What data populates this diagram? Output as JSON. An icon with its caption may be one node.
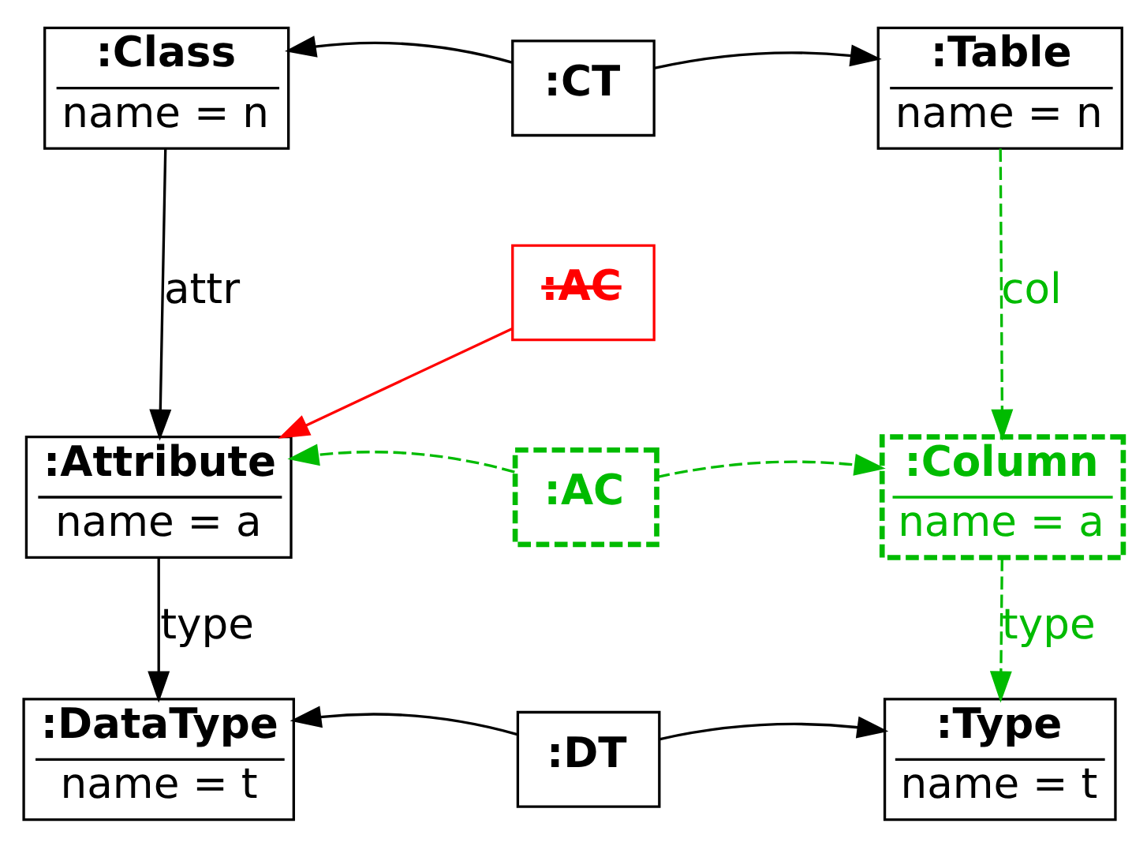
{
  "diagram": {
    "nodes": [
      {
        "text": [
          ":Class",
          "name = n"
        ]
      },
      {
        "text": [
          ":CT"
        ]
      },
      {
        "text": [
          ":Table",
          "name = n"
        ]
      },
      {
        "text": [
          ":AC"
        ]
      },
      {
        "text": [
          ":Attribute",
          "name = a"
        ]
      },
      {
        "text": [
          ":AC"
        ]
      },
      {
        "text": [
          ":Column",
          "name = a"
        ]
      },
      {
        "text": [
          ":DataType",
          "name = t"
        ]
      },
      {
        "text": [
          ":DT"
        ]
      },
      {
        "text": [
          ":Type",
          "name = t"
        ]
      }
    ],
    "edges": [
      {
        "from": 1,
        "to": 0,
        "arrow": "to"
      },
      {
        "from": 1,
        "to": 2,
        "arrow": "to"
      },
      {
        "from": 0,
        "to": 4,
        "arrow": "to",
        "label": "attr"
      },
      {
        "from": 2,
        "to": 6,
        "arrow": "to",
        "label": "col",
        "style": "dashed",
        "color": "#00bb00"
      },
      {
        "from": 3,
        "to": 4,
        "arrow": "to",
        "color": "#ff0000"
      },
      {
        "from": 5,
        "to": 4,
        "arrow": "to",
        "style": "dashed",
        "color": "#00bb00"
      },
      {
        "from": 5,
        "to": 6,
        "arrow": "to",
        "style": "dashed",
        "color": "#00bb00"
      },
      {
        "from": 4,
        "to": 7,
        "arrow": "to",
        "label": "type"
      },
      {
        "from": 6,
        "to": 9,
        "arrow": "to",
        "label": "type",
        "style": "dashed",
        "color": "#00bb00"
      },
      {
        "from": 8,
        "to": 7,
        "arrow": "to"
      },
      {
        "from": 8,
        "to": 9,
        "arrow": "to"
      }
    ]
  }
}
